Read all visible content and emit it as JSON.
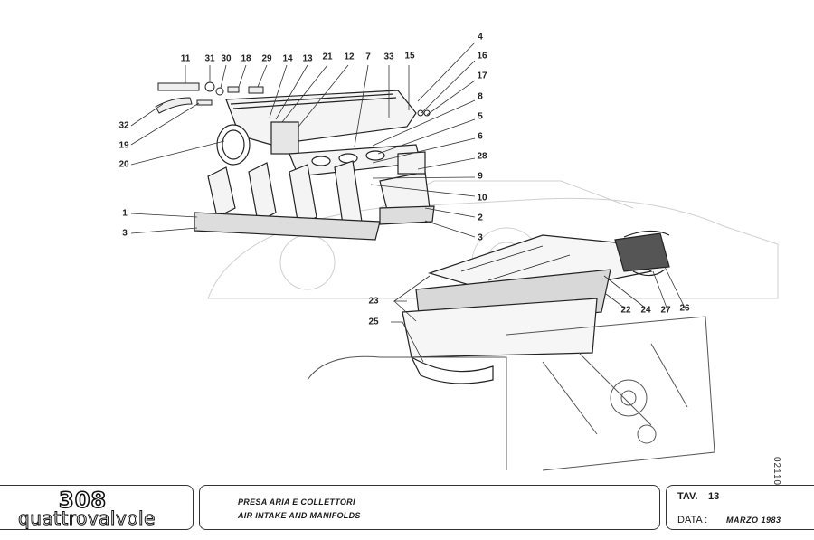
{
  "document": {
    "type": "parts-catalogue-plate",
    "sheet_code": "02110"
  },
  "title_block": {
    "model": "308",
    "model_subtitle": "quattrovalvole",
    "title_it": "PRESA ARIA E COLLETTORI",
    "title_en": "AIR INTAKE AND MANIFOLDS",
    "plate_label": "TAV.",
    "plate_number": "13",
    "date_label": "DATA :",
    "date_value": "MARZO 1983"
  },
  "callouts": [
    {
      "id": "c11",
      "label": "11"
    },
    {
      "id": "c31",
      "label": "31"
    },
    {
      "id": "c30",
      "label": "30"
    },
    {
      "id": "c18",
      "label": "18"
    },
    {
      "id": "c29",
      "label": "29"
    },
    {
      "id": "c14",
      "label": "14"
    },
    {
      "id": "c13",
      "label": "13"
    },
    {
      "id": "c21",
      "label": "21"
    },
    {
      "id": "c12",
      "label": "12"
    },
    {
      "id": "c7",
      "label": "7"
    },
    {
      "id": "c33",
      "label": "33"
    },
    {
      "id": "c15",
      "label": "15"
    },
    {
      "id": "c4",
      "label": "4"
    },
    {
      "id": "c16",
      "label": "16"
    },
    {
      "id": "c17",
      "label": "17"
    },
    {
      "id": "c8",
      "label": "8"
    },
    {
      "id": "c5",
      "label": "5"
    },
    {
      "id": "c6",
      "label": "6"
    },
    {
      "id": "c28",
      "label": "28"
    },
    {
      "id": "c9",
      "label": "9"
    },
    {
      "id": "c10",
      "label": "10"
    },
    {
      "id": "c2",
      "label": "2"
    },
    {
      "id": "c3r",
      "label": "3"
    },
    {
      "id": "c32",
      "label": "32"
    },
    {
      "id": "c19",
      "label": "19"
    },
    {
      "id": "c20",
      "label": "20"
    },
    {
      "id": "c1",
      "label": "1"
    },
    {
      "id": "c3l",
      "label": "3"
    },
    {
      "id": "c23",
      "label": "23"
    },
    {
      "id": "c25",
      "label": "25"
    },
    {
      "id": "c22",
      "label": "22"
    },
    {
      "id": "c24",
      "label": "24"
    },
    {
      "id": "c27",
      "label": "27"
    },
    {
      "id": "c26",
      "label": "26"
    }
  ]
}
